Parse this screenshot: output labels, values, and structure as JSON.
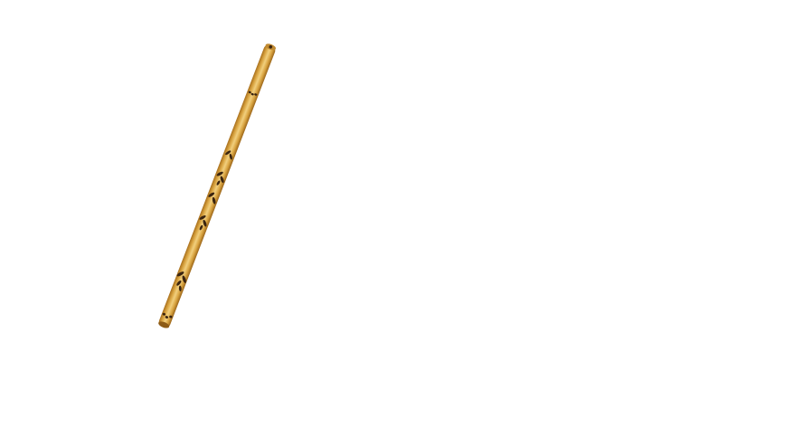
{
  "scene": {
    "background_color": "#ffffff",
    "object": {
      "name": "bamboo-flute",
      "body_color": "#d9a441",
      "highlight_color": "#f1cf7e",
      "shadow_color": "#a86f1c",
      "burn_mark_color": "#3a2410",
      "node_rings": 2,
      "leaf_clusters": 5
    }
  }
}
